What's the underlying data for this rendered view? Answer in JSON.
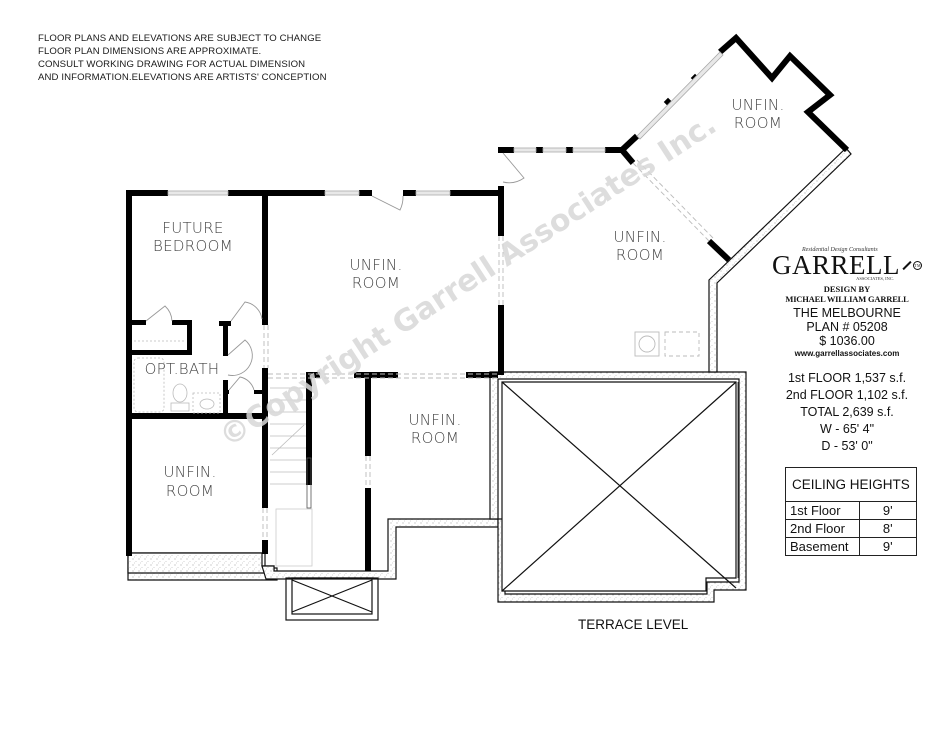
{
  "disclaimer": {
    "lines": [
      "FLOOR PLANS AND ELEVATIONS ARE SUBJECT TO CHANGE",
      "FLOOR PLAN DIMENSIONS ARE APPROXIMATE.",
      "CONSULT WORKING DRAWING FOR ACTUAL DIMENSION",
      "AND INFORMATION.ELEVATIONS ARE ARTISTS' CONCEPTION"
    ]
  },
  "rooms": [
    {
      "id": "future-bedroom",
      "line1": "FUTURE",
      "line2": "BEDROOM"
    },
    {
      "id": "opt-bath",
      "line1": "OPT.BATH",
      "line2": ""
    },
    {
      "id": "unfin-room-left",
      "line1": "UNFIN.",
      "line2": "ROOM"
    },
    {
      "id": "unfin-room-center",
      "line1": "UNFIN.",
      "line2": "ROOM"
    },
    {
      "id": "unfin-room-lower",
      "line1": "UNFIN.",
      "line2": "ROOM"
    },
    {
      "id": "unfin-room-right",
      "line1": "UNFIN.",
      "line2": "ROOM"
    },
    {
      "id": "unfin-room-angled",
      "line1": "UNFIN.",
      "line2": "ROOM"
    }
  ],
  "level_label": "TERRACE LEVEL",
  "watermark": "©Copyright  Garrell Associates Inc.",
  "branding": {
    "tagline": "Residential Design Consultants",
    "logo_text": "GARRELL",
    "logo_sub": "ASSOCIATES, INC.",
    "tm": "TM",
    "design_by": "DESIGN BY",
    "designer": "MICHAEL WILLIAM GARRELL",
    "plan_name": "THE MELBOURNE",
    "plan_number": "PLAN #  05208",
    "price": "$ 1036.00",
    "website": "www.garrellassociates.com"
  },
  "stats": {
    "first_floor": "1st FLOOR  1,537 s.f.",
    "second_floor": "2nd FLOOR  1,102 s.f.",
    "total": "TOTAL  2,639 s.f.",
    "width": "W - 65' 4\"",
    "depth": "D - 53' 0\""
  },
  "ceiling_heights": {
    "title": "CEILING HEIGHTS",
    "rows": [
      {
        "floor": "1st Floor",
        "height": "9'"
      },
      {
        "floor": "2nd Floor",
        "height": "8'"
      },
      {
        "floor": "Basement",
        "height": "9'"
      }
    ]
  },
  "colors": {
    "wall": "#000000",
    "label": "#444444",
    "watermark": "#d8d8d8",
    "window": "#e4e4e4",
    "dashed": "#bbbbbb"
  }
}
